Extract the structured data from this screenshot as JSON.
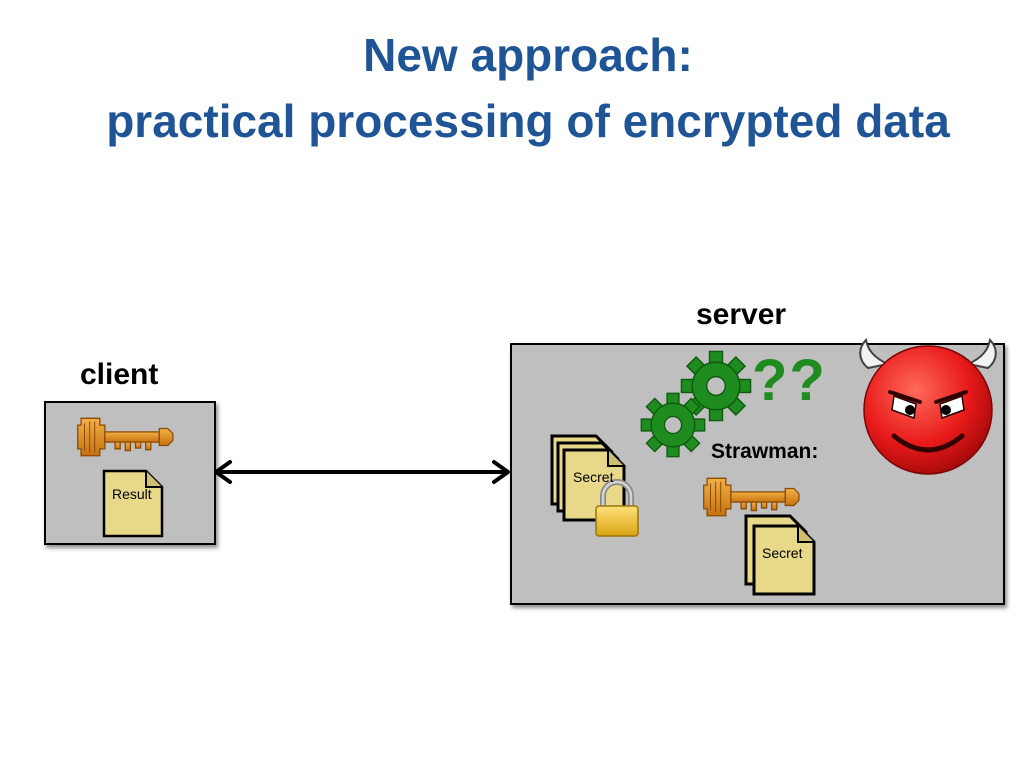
{
  "slide": {
    "title_line1": "New approach:",
    "title_line2": "practical processing of encrypted data"
  },
  "client": {
    "label": "client",
    "doc_label": "Result",
    "icons": [
      "key-icon",
      "document-icon"
    ]
  },
  "server": {
    "label": "server",
    "doc_label": "Secret",
    "question_marks": "??",
    "strawman_label": "Strawman:",
    "strawman_doc_label": "Secret",
    "icons": [
      "gears-icon",
      "devil-icon",
      "padlock-icon",
      "key-icon",
      "document-stack-icon"
    ]
  },
  "colors": {
    "title": "#1f5597",
    "box_fill": "#bfbfbf",
    "gear_green": "#1e8c1e",
    "doc_fill": "#e8d98a",
    "key_orange": "#d98a1a",
    "devil_red": "#e81a1a"
  }
}
